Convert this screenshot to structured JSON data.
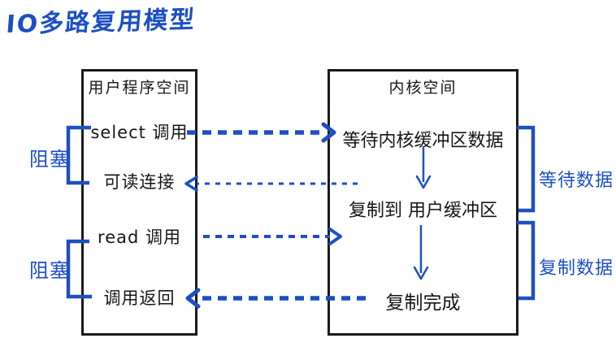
{
  "title": "IO多路复用模型",
  "colors": {
    "blue": "#1c4fc4",
    "ink": "#161616",
    "background": "#ffffff"
  },
  "user_space": {
    "header": "用户程序空间",
    "items": [
      {
        "label": "select 调用"
      },
      {
        "label": "可读连接"
      },
      {
        "label": "read 调用"
      },
      {
        "label": "调用返回"
      }
    ]
  },
  "kernel_space": {
    "header": "内核空间",
    "items": [
      {
        "label": "等待内核缓冲区数据"
      },
      {
        "label": "复制到 用户缓冲区"
      },
      {
        "label": "复制完成"
      }
    ]
  },
  "annotations": {
    "left": [
      {
        "label": "阻塞"
      },
      {
        "label": "阻塞"
      }
    ],
    "right": [
      {
        "label": "等待数据"
      },
      {
        "label": "复制数据"
      }
    ]
  },
  "arrows": [
    {
      "from": "select 调用",
      "to": "等待内核缓冲区数据",
      "style": "dashed-thick",
      "direction": "right"
    },
    {
      "from": "内核空间",
      "to": "可读连接",
      "style": "dashed-thin",
      "direction": "left"
    },
    {
      "from": "read 调用",
      "to": "内核空间",
      "style": "dashed-medium",
      "direction": "right"
    },
    {
      "from": "复制完成",
      "to": "调用返回",
      "style": "dashed-thick",
      "direction": "left"
    },
    {
      "from": "等待内核缓冲区数据",
      "to": "复制到 用户缓冲区",
      "style": "solid",
      "direction": "down"
    },
    {
      "from": "复制到 用户缓冲区",
      "to": "复制完成",
      "style": "solid",
      "direction": "down"
    }
  ]
}
